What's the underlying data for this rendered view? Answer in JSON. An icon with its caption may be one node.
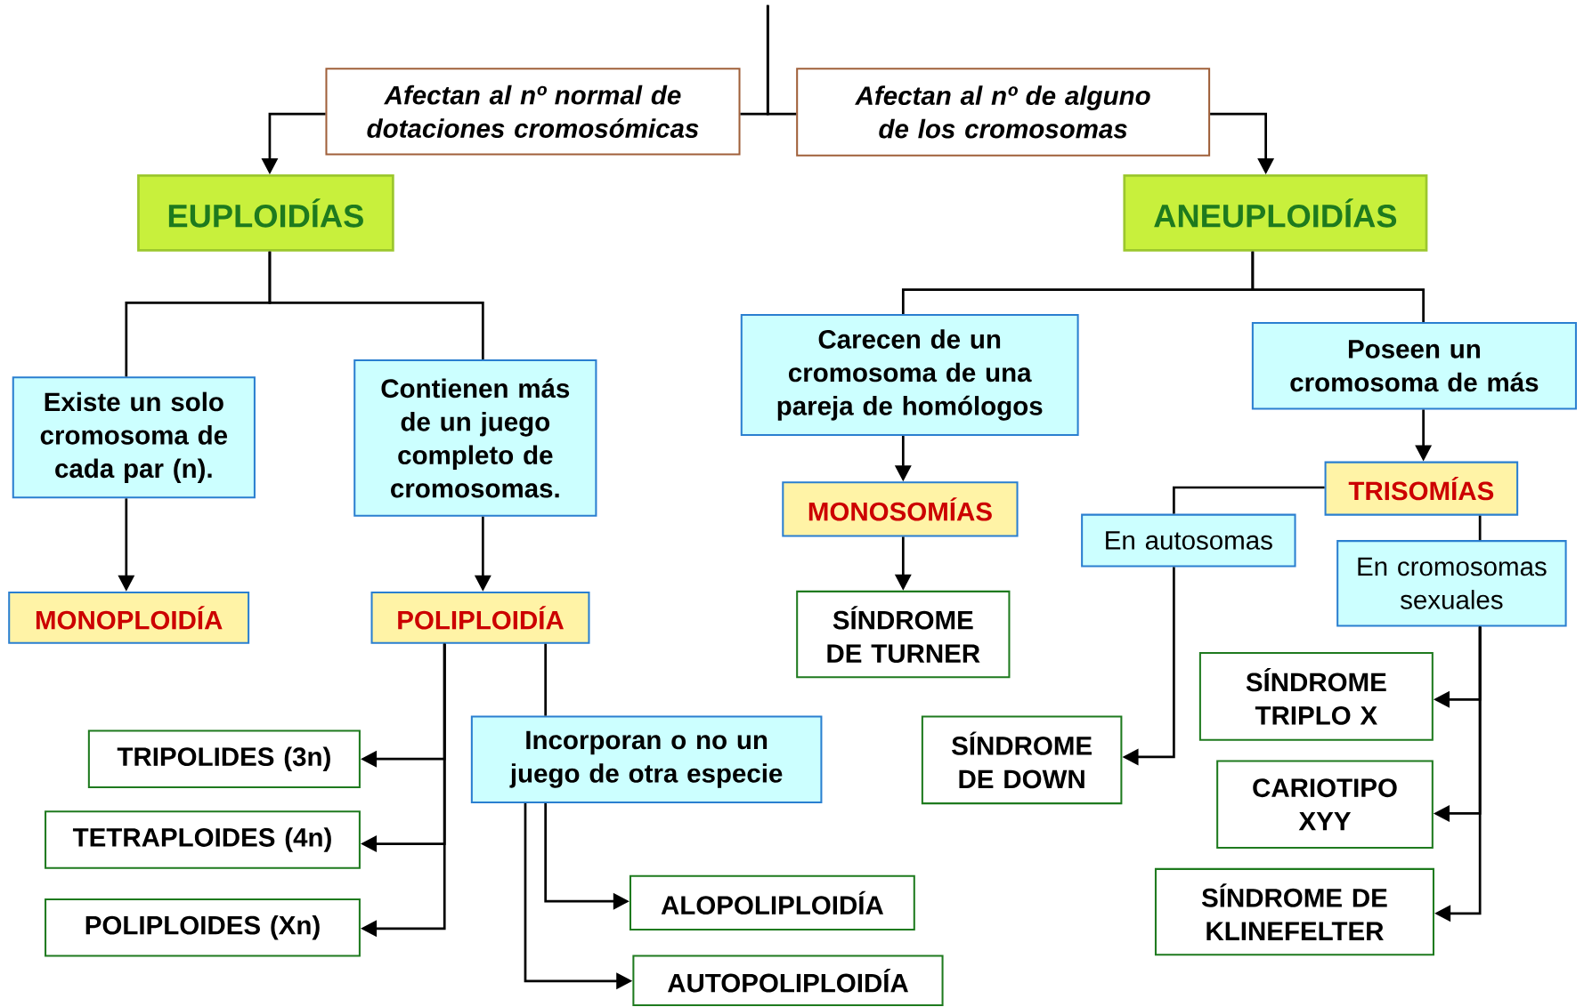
{
  "diagram": {
    "nodes": [
      {
        "text": [
          "Afectan al nº normal de dotaciones cromosómicas"
        ]
      },
      {
        "text": [
          "Afectan al nº de alguno de los cromosomas"
        ]
      },
      {
        "text": [
          "EUPLOIDÍAS"
        ]
      },
      {
        "text": [
          "ANEUPLOIDÍAS"
        ]
      },
      {
        "text": [
          "Existe un solo cromosoma de cada par (n)."
        ]
      },
      {
        "text": [
          "Contienen más de un juego completo de cromosomas."
        ]
      },
      {
        "text": [
          "Carecen de un cromosoma de una pareja de homólogos"
        ]
      },
      {
        "text": [
          "Poseen un cromosoma de más"
        ]
      },
      {
        "text": [
          "MONOPLOIDÍA"
        ]
      },
      {
        "text": [
          "POLIPLOIDÍA"
        ]
      },
      {
        "text": [
          "MONOSOMÍAS"
        ]
      },
      {
        "text": [
          "TRISOMÍAS"
        ]
      },
      {
        "text": [
          "Incorporan o no un juego de otra especie"
        ]
      },
      {
        "text": [
          "TRIPOLIDES (3n)"
        ]
      },
      {
        "text": [
          "TETRAPLOIDES (4n)"
        ]
      },
      {
        "text": [
          "POLIPLOIDES (Xn)"
        ]
      },
      {
        "text": [
          "ALOPOLIPLOIDÍA"
        ]
      },
      {
        "text": [
          "AUTOPOLIPLOIDÍA"
        ]
      },
      {
        "text": [
          "SÍNDROME DE TURNER"
        ]
      },
      {
        "text": [
          "En autosomas"
        ]
      },
      {
        "text": [
          "En cromosomas sexuales"
        ]
      },
      {
        "text": [
          "SÍNDROME DE DOWN"
        ]
      },
      {
        "text": [
          "SÍNDROME TRIPLO X"
        ]
      },
      {
        "text": [
          "CARIOTIPO XYY"
        ]
      },
      {
        "text": [
          "SÍNDROME DE KLINEFELTER"
        ]
      }
    ],
    "edges": [
      {
        "from": null,
        "to": 0,
        "arrow": "none"
      },
      {
        "from": null,
        "to": 1,
        "arrow": "none"
      },
      {
        "from": 0,
        "to": 2,
        "arrow": "to"
      },
      {
        "from": 1,
        "to": 3,
        "arrow": "to"
      },
      {
        "from": 2,
        "to": 4,
        "arrow": "none"
      },
      {
        "from": 2,
        "to": 5,
        "arrow": "none"
      },
      {
        "from": 3,
        "to": 6,
        "arrow": "none"
      },
      {
        "from": 3,
        "to": 7,
        "arrow": "none"
      },
      {
        "from": 4,
        "to": 8,
        "arrow": "to"
      },
      {
        "from": 5,
        "to": 9,
        "arrow": "to"
      },
      {
        "from": 6,
        "to": 10,
        "arrow": "to"
      },
      {
        "from": 7,
        "to": 11,
        "arrow": "to"
      },
      {
        "from": 10,
        "to": 18,
        "arrow": "to"
      },
      {
        "from": 9,
        "to": 13,
        "arrow": "to"
      },
      {
        "from": 9,
        "to": 14,
        "arrow": "to"
      },
      {
        "from": 9,
        "to": 15,
        "arrow": "to"
      },
      {
        "from": 9,
        "to": 12,
        "arrow": "none"
      },
      {
        "from": 12,
        "to": 16,
        "arrow": "to"
      },
      {
        "from": 12,
        "to": 17,
        "arrow": "to"
      },
      {
        "from": 11,
        "to": 19,
        "arrow": "none"
      },
      {
        "from": 19,
        "to": 21,
        "arrow": "to"
      },
      {
        "from": 11,
        "to": 20,
        "arrow": "none"
      },
      {
        "from": 20,
        "to": 22,
        "arrow": "to"
      },
      {
        "from": 20,
        "to": 23,
        "arrow": "to"
      },
      {
        "from": 20,
        "to": 24,
        "arrow": "to"
      }
    ]
  }
}
